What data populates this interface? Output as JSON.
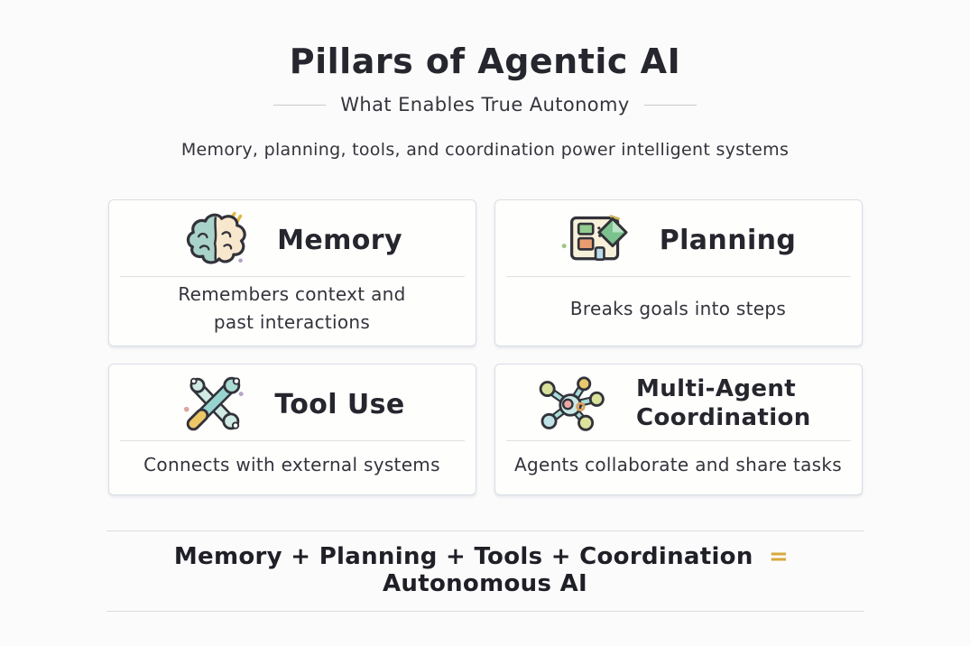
{
  "header": {
    "title": "Pillars of Agentic AI",
    "subtitle": "What Enables True Autonomy",
    "tagline": "Memory, planning, tools, and coordination power intelligent systems"
  },
  "cards": [
    {
      "title": "Memory",
      "description": "Remembers context and past interactions",
      "icon": "brain-icon"
    },
    {
      "title": "Planning",
      "description": "Breaks goals into steps",
      "icon": "plan-board-icon"
    },
    {
      "title": "Tool Use",
      "description": "Connects with external systems",
      "icon": "crossed-tools-icon"
    },
    {
      "title": "Multi-Agent Coordination",
      "description": "Agents collaborate and share tasks",
      "icon": "agent-network-icon"
    }
  ],
  "equation": {
    "left": "Memory + Planning + Tools + Coordination",
    "equals": "=",
    "result": "Autonomous AI"
  },
  "colors": {
    "background": "#fcfbfb",
    "card_border": "#d9dee4",
    "text": "#2c2c34",
    "equals_gold": "#d9a83c",
    "brain_teal": "#a9d3c9",
    "brain_cream": "#f7e7cd",
    "plan_green": "#94cb90",
    "plan_orange": "#e79d70",
    "tool_teal": "#98d4cf",
    "tool_yellow": "#ecc765",
    "network_node_green": "#d9e09b",
    "network_center_pink": "#eba9a4"
  }
}
